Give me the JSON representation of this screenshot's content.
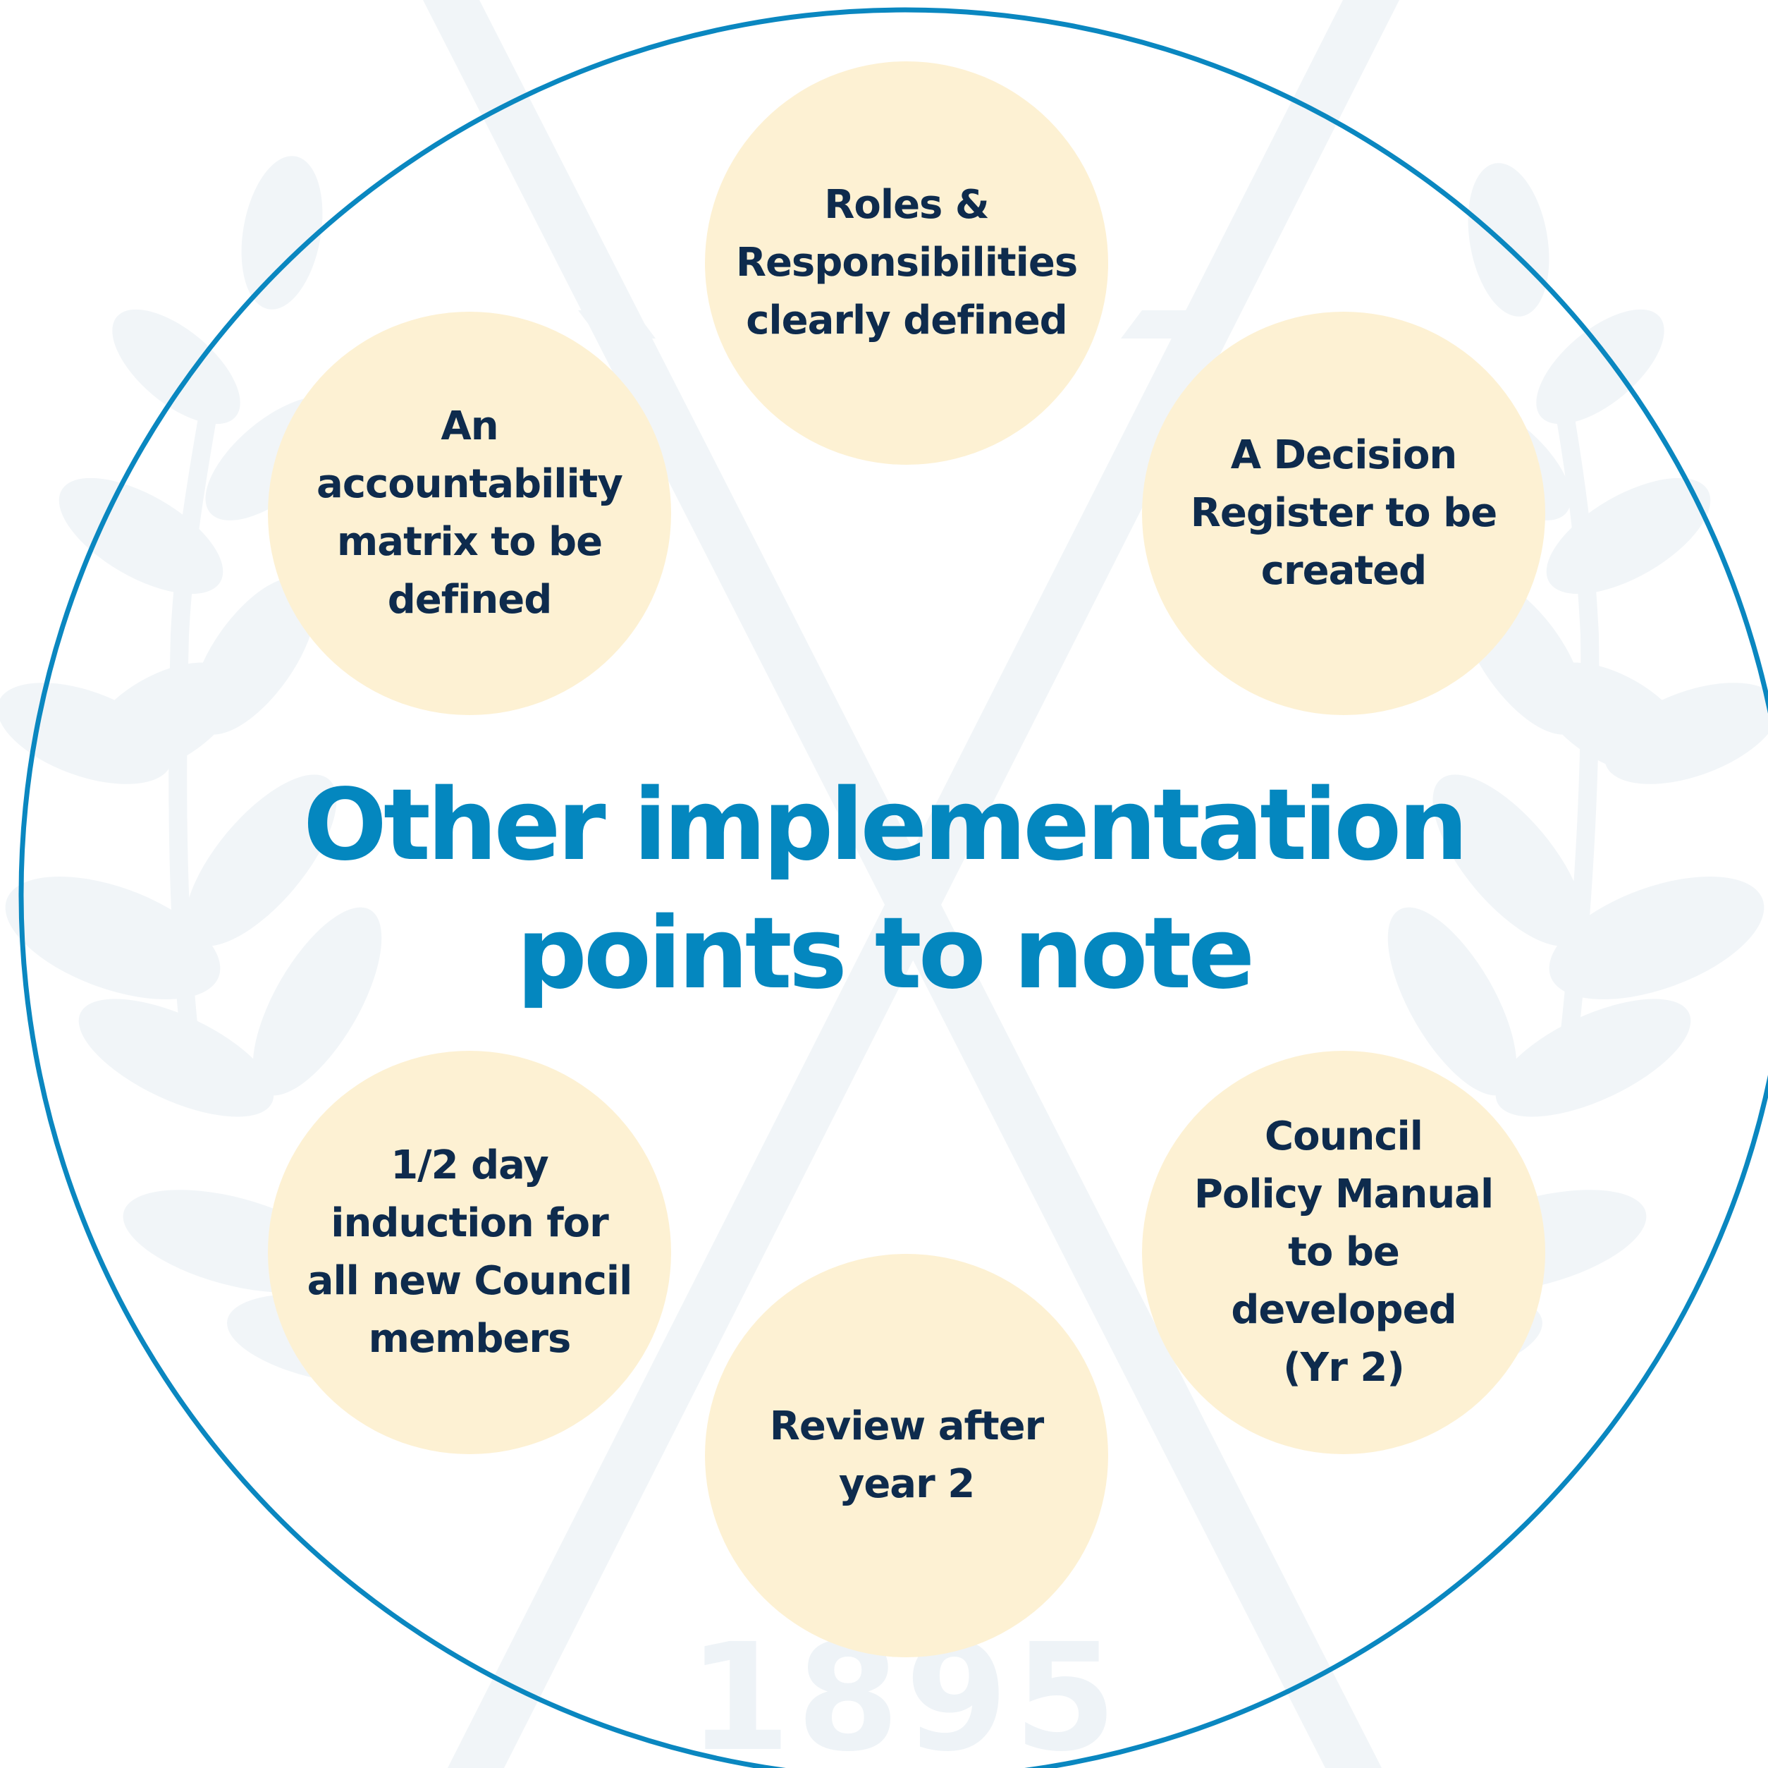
{
  "title": {
    "line1": "Other implementation",
    "line2": "points to note"
  },
  "watermark": {
    "year": "1895"
  },
  "points": [
    {
      "id": "roles",
      "lines": [
        "Roles &",
        "Responsibilities",
        "clearly defined"
      ]
    },
    {
      "id": "decision-register",
      "lines": [
        "A Decision",
        "Register to be",
        "created"
      ]
    },
    {
      "id": "policy-manual",
      "lines": [
        "Council",
        "Policy Manual",
        "to be",
        "developed",
        "(Yr 2)"
      ]
    },
    {
      "id": "review",
      "lines": [
        "Review after",
        "year 2"
      ]
    },
    {
      "id": "induction",
      "lines": [
        "1/2 day",
        "induction for",
        "all new Council",
        "members"
      ]
    },
    {
      "id": "accountability",
      "lines": [
        "An",
        "accountability",
        "matrix to be",
        "defined"
      ]
    }
  ],
  "colors": {
    "outer_ring": "#0a87c0",
    "title": "#0487bf",
    "node_fill": "#fdf1d3",
    "node_text": "#0e2b4d",
    "watermark": "#eef3f7"
  }
}
